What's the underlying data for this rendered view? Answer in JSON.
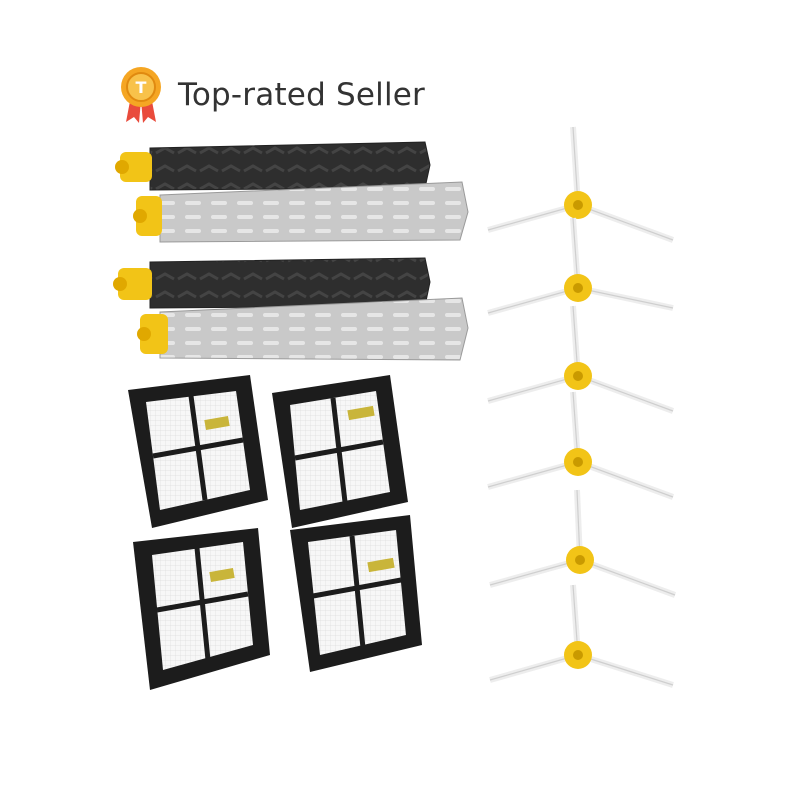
{
  "badge": {
    "label": "Top-rated Seller",
    "icon": "medal-icon",
    "icon_letter": "T",
    "icon_color": "#F5A623",
    "ribbon_color": "#E94B3C"
  },
  "product": {
    "brush_roll_pairs": 2,
    "hepa_filters": 4,
    "side_brushes": 6,
    "colors": {
      "dark_roller": "#2E2E2E",
      "light_roller": "#C9C9C9",
      "accent_yellow": "#F2C417",
      "filter_frame": "#1C1C1C",
      "filter_media": "#F4F4F4"
    }
  }
}
